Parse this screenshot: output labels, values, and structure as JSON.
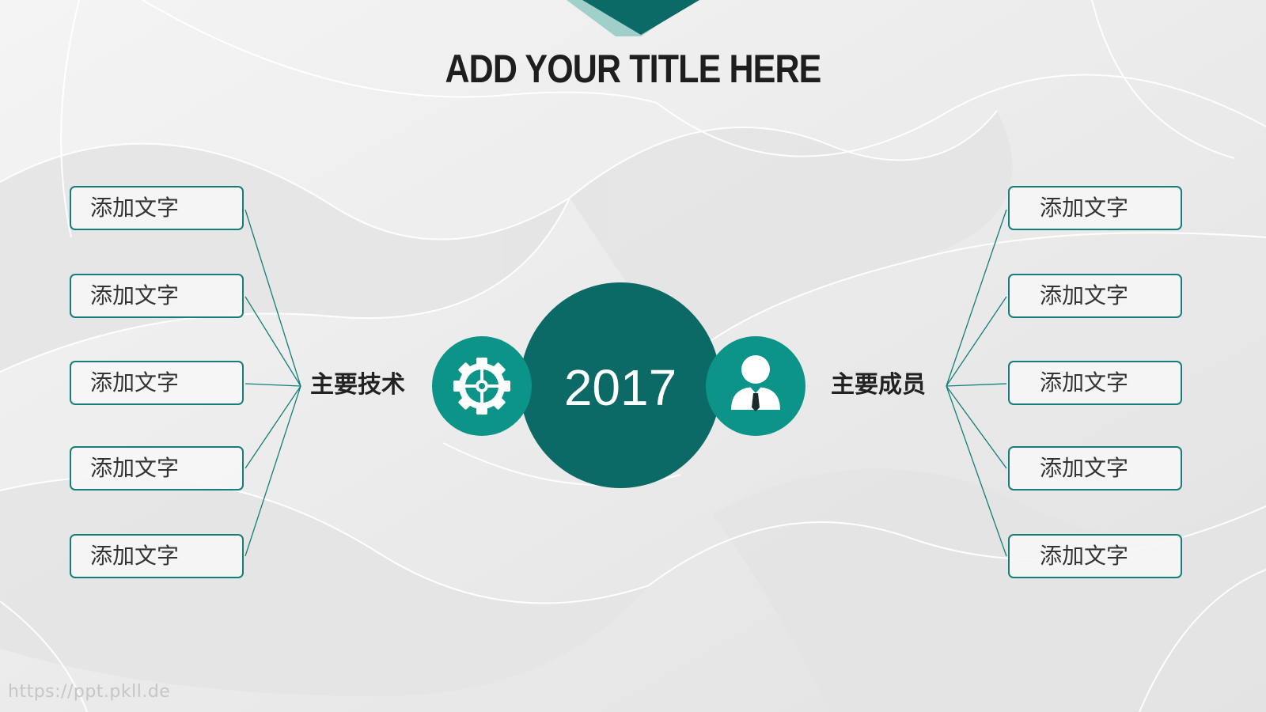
{
  "slide": {
    "title": "ADD YOUR TITLE HERE",
    "year": "2017",
    "left": {
      "label": "主要技术",
      "icon": "gear-icon",
      "items": [
        "添加文字",
        "添加文字",
        "添加文字",
        "添加文字",
        "添加文字"
      ]
    },
    "right": {
      "label": "主要成员",
      "icon": "person-icon",
      "items": [
        "添加文字",
        "添加文字",
        "添加文字",
        "添加文字",
        "添加文字"
      ]
    },
    "watermark": "https://ppt.pkll.de"
  },
  "colors": {
    "accent": "#0d9488",
    "accent_dark": "#0c6a66",
    "line": "#157e78",
    "background": "#ececec"
  }
}
